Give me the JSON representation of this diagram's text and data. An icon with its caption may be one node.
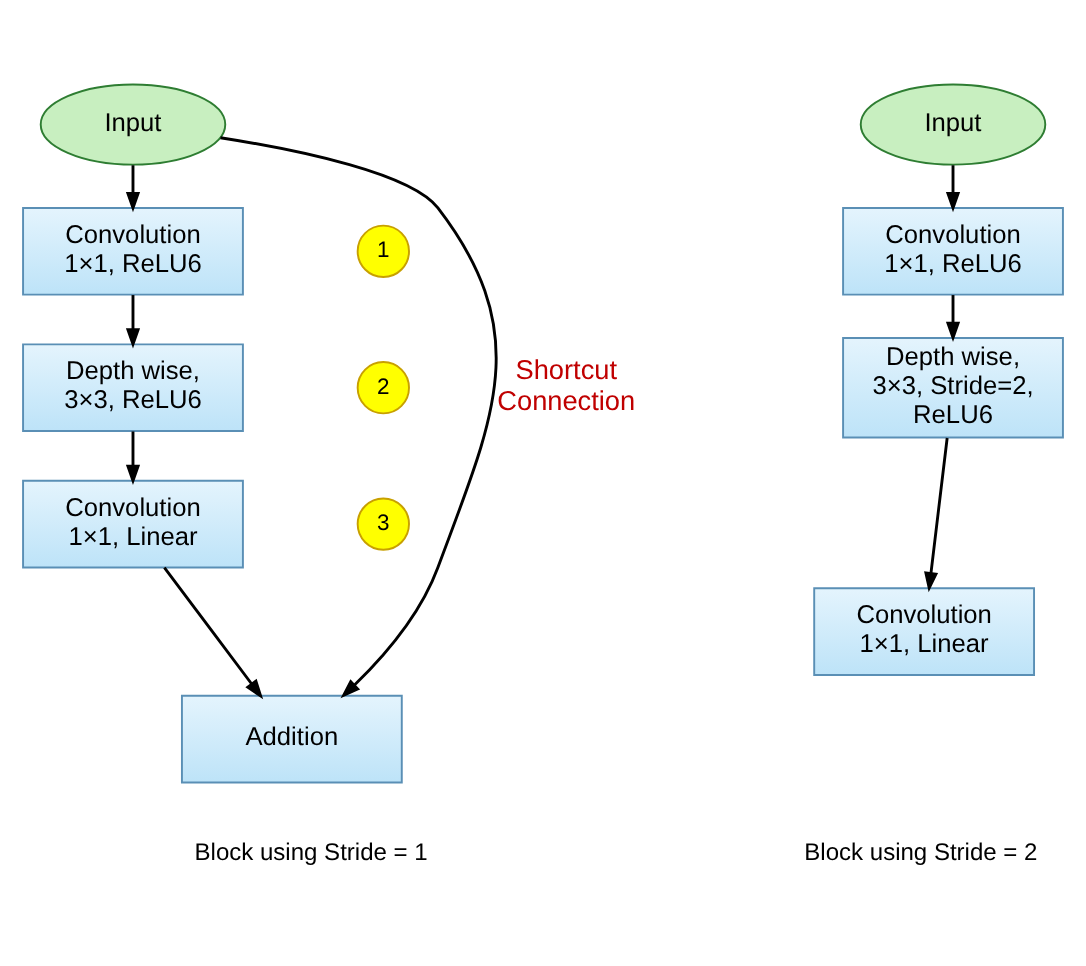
{
  "diagram": {
    "nodes": [
      {
        "text": [
          "Input"
        ]
      },
      {
        "text": [
          "Convolution 1×1, ReLU6"
        ]
      },
      {
        "text": [
          "Depth wise, 3×3, ReLU6"
        ]
      },
      {
        "text": [
          "Convolution 1×1, Linear"
        ]
      },
      {
        "text": [
          "Addition"
        ]
      },
      {
        "text": [
          "1"
        ]
      },
      {
        "text": [
          "2"
        ]
      },
      {
        "text": [
          "3"
        ]
      },
      {
        "text": [
          "Input"
        ]
      },
      {
        "text": [
          "Convolution 1×1, ReLU6"
        ]
      },
      {
        "text": [
          "Depth wise, 3×3, Stride=2, ReLU6"
        ]
      },
      {
        "text": [
          "Convolution 1×1, Linear"
        ]
      }
    ],
    "edges": [
      {
        "from": 0,
        "to": 1,
        "arrow": "to"
      },
      {
        "from": 1,
        "to": 2,
        "arrow": "to"
      },
      {
        "from": 2,
        "to": 3,
        "arrow": "to"
      },
      {
        "from": 3,
        "to": 4,
        "arrow": "to"
      },
      {
        "from": 0,
        "to": 4,
        "arrow": "to",
        "label": "Shortcut Connection"
      },
      {
        "from": 8,
        "to": 9,
        "arrow": "to"
      },
      {
        "from": 9,
        "to": 10,
        "arrow": "to"
      },
      {
        "from": 10,
        "to": 11,
        "arrow": "to"
      }
    ],
    "labels": [
      "Block using Stride = 1",
      "Block using Stride = 2"
    ]
  }
}
